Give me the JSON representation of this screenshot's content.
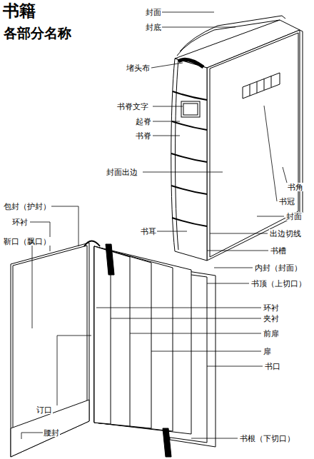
{
  "diagram": {
    "title": "书籍",
    "labels": [
      "各部分名称",
      "封面",
      "封底",
      "堵头布",
      "书脊文字",
      "起脊",
      "书脊",
      "封面出边",
      "书角",
      "书冠",
      "封面",
      "书耳",
      "出边切线",
      "书槽",
      "包封（护封）",
      "环衬",
      "靳口（飘口）",
      "内封（封面）",
      "书顶（上切口）",
      "环衬",
      "夹衬",
      "前扉",
      "扉",
      "书口",
      "订口",
      "腰封",
      "书根（下切口）"
    ]
  }
}
